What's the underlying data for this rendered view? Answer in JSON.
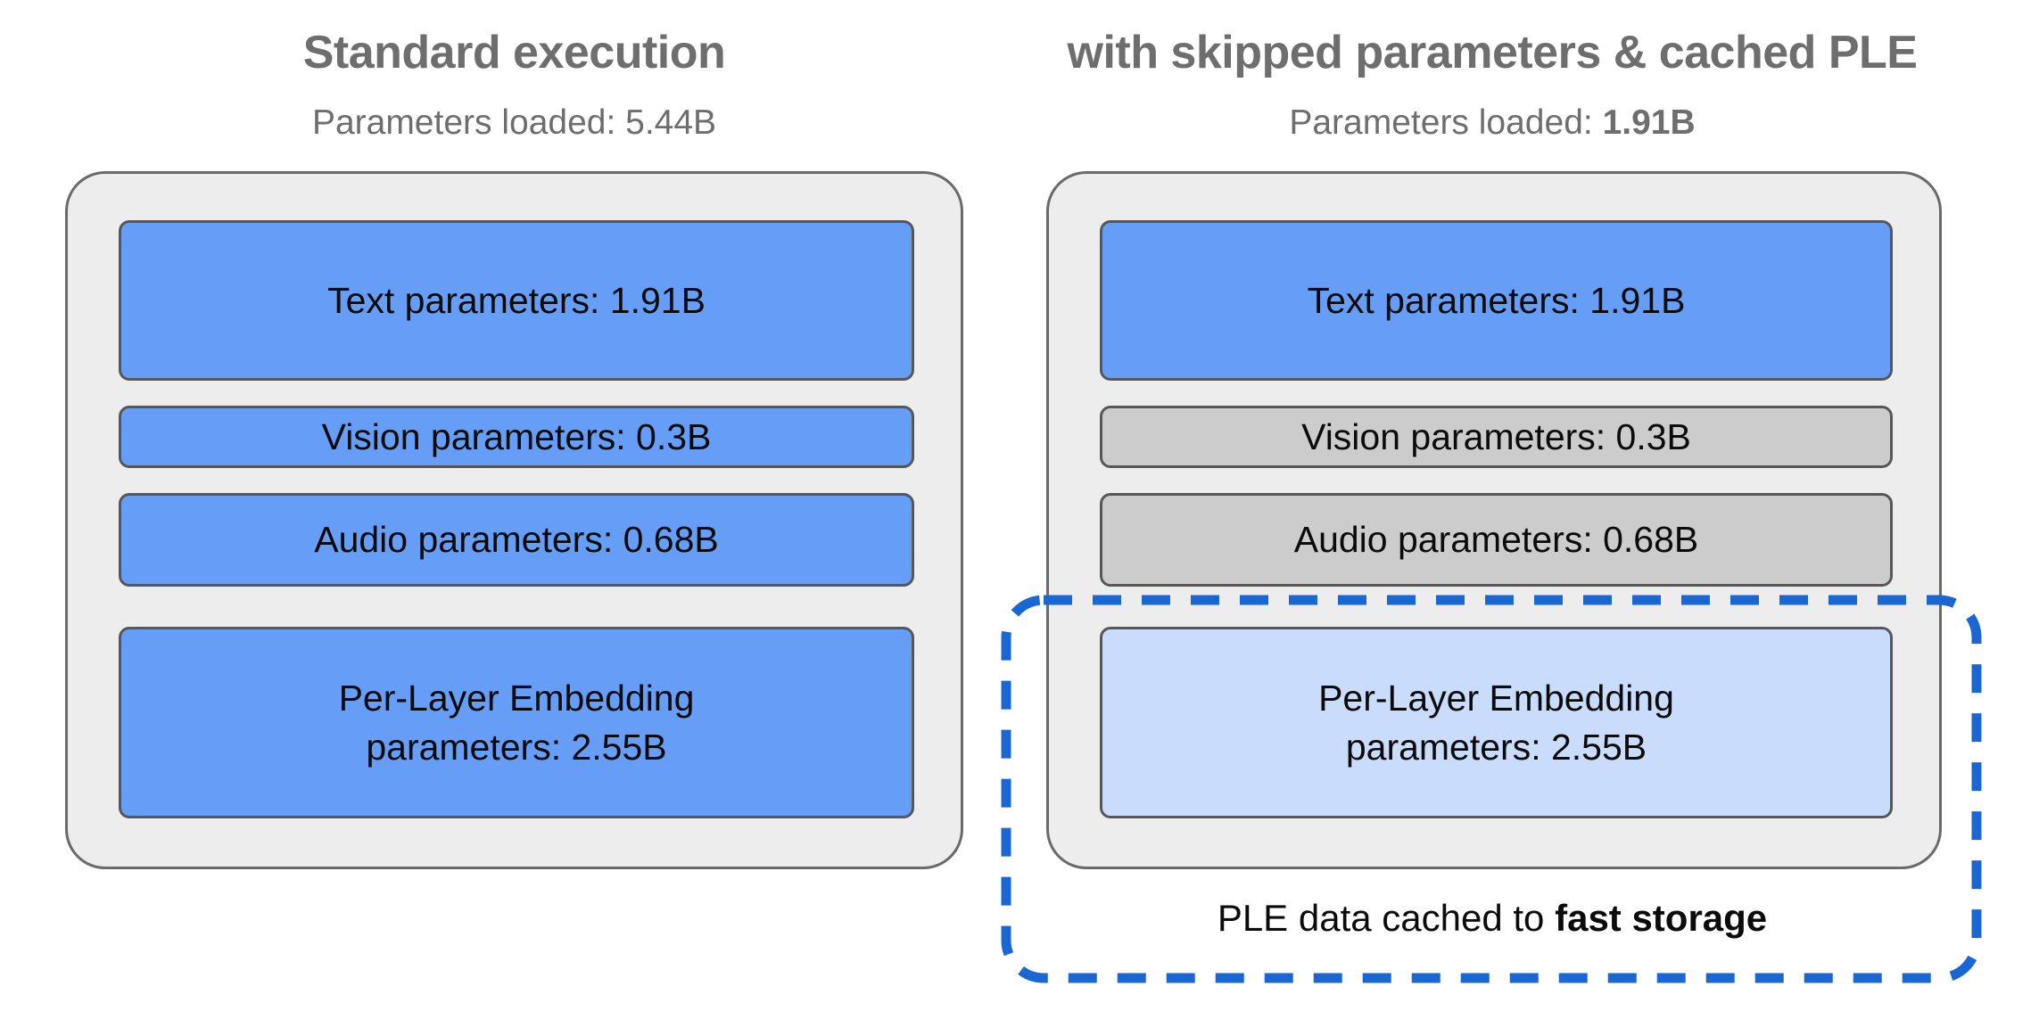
{
  "colors": {
    "accent-blue": "#669df6",
    "light-blue": "#c9dcfc",
    "skipped-gray": "#cccccc",
    "container-gray": "#ededed",
    "dashed-blue": "#1a66d2",
    "title-gray": "#6e6e6e"
  },
  "left_panel": {
    "title": "Standard execution",
    "params_loaded_label": "Parameters loaded: ",
    "params_loaded_value": "5.44B",
    "boxes": {
      "text": "Text parameters: 1.91B",
      "vision": "Vision parameters: 0.3B",
      "audio": "Audio parameters: 0.68B",
      "ple": "Per-Layer Embedding\nparameters: 2.55B"
    }
  },
  "right_panel": {
    "title": "with skipped parameters & cached PLE",
    "params_loaded_label": "Parameters loaded: ",
    "params_loaded_value": "1.91B",
    "boxes": {
      "text": "Text parameters: 1.91B",
      "vision": "Vision parameters: 0.3B",
      "audio": "Audio parameters: 0.68B",
      "ple": "Per-Layer Embedding\nparameters: 2.55B"
    },
    "ple_caption_prefix": "PLE data cached to ",
    "ple_caption_emphasis": "fast storage"
  }
}
